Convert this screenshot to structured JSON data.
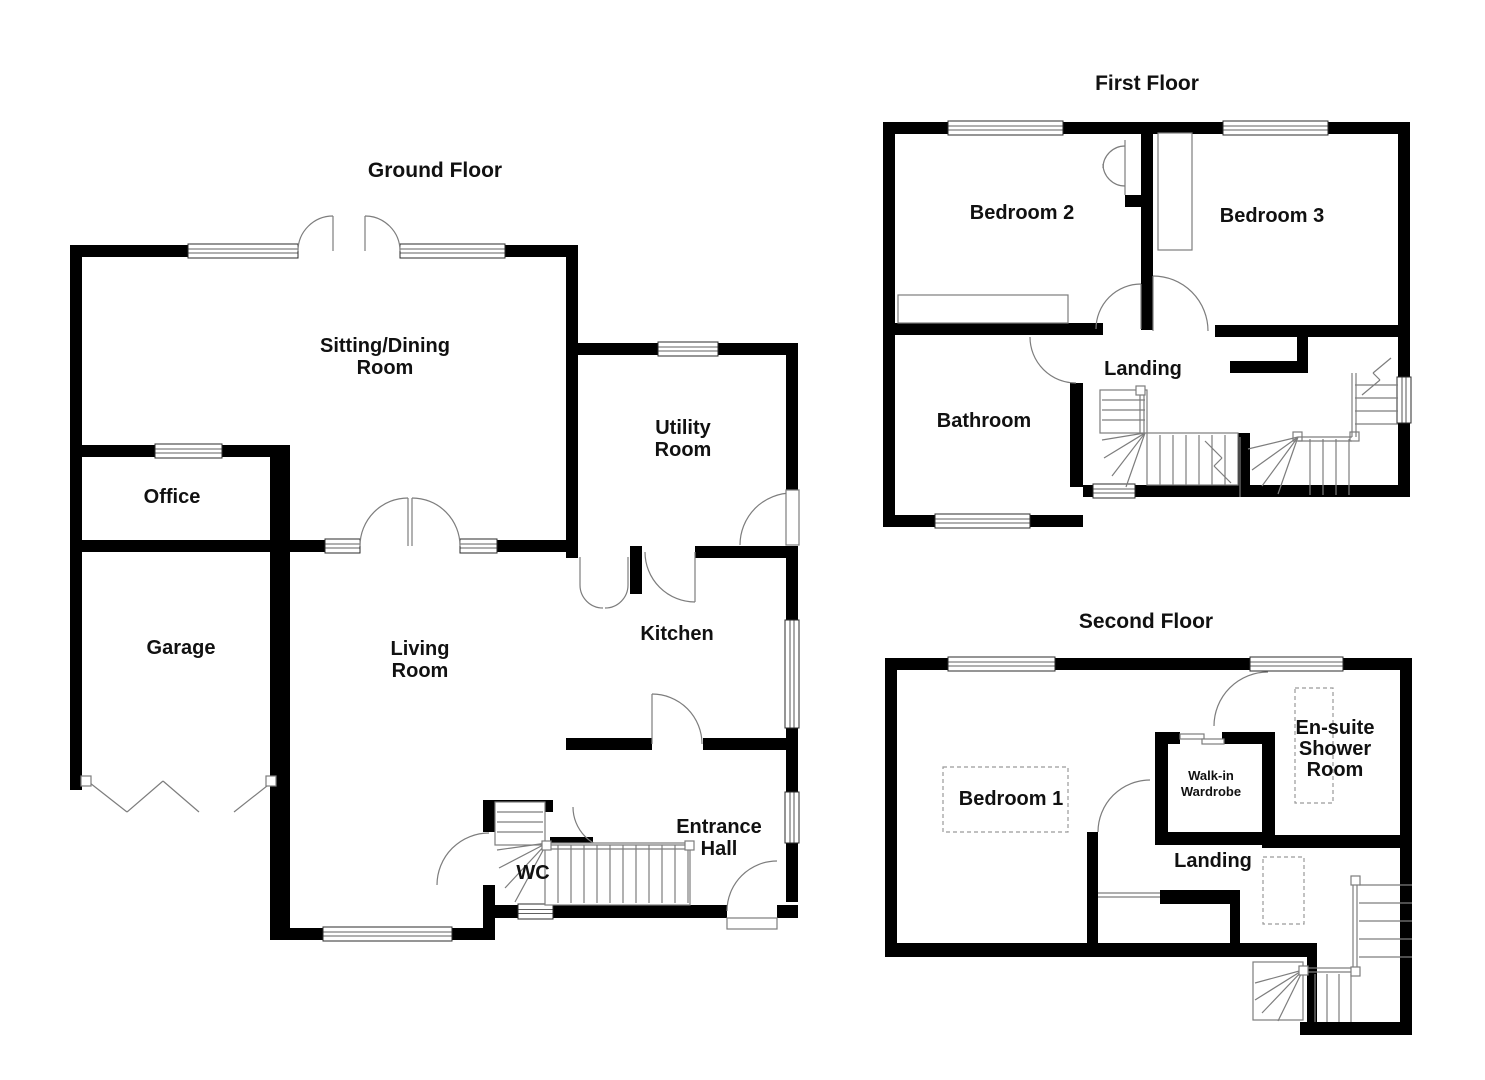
{
  "page": {
    "background": "#ffffff"
  },
  "colors": {
    "wall": "#000000",
    "detail_line": "#7d7d7d",
    "window_stroke": "#2b2b2b",
    "dashed_line": "#9a9a9a",
    "label": "#111111"
  },
  "floors": {
    "ground": {
      "title": "Ground Floor",
      "rooms": {
        "sitting_dining": [
          "Sitting/Dining",
          "Room"
        ],
        "office": [
          "Office"
        ],
        "garage": [
          "Garage"
        ],
        "living": [
          "Living",
          "Room"
        ],
        "utility": [
          "Utility",
          "Room"
        ],
        "kitchen": [
          "Kitchen"
        ],
        "entrance_hall": [
          "Entrance",
          "Hall"
        ],
        "wc": [
          "WC"
        ]
      }
    },
    "first": {
      "title": "First Floor",
      "rooms": {
        "bedroom2": [
          "Bedroom 2"
        ],
        "bedroom3": [
          "Bedroom 3"
        ],
        "bathroom": [
          "Bathroom"
        ],
        "landing": [
          "Landing"
        ]
      }
    },
    "second": {
      "title": "Second Floor",
      "rooms": {
        "bedroom1": [
          "Bedroom 1"
        ],
        "walk_in_wardrobe": [
          "Walk-in",
          "Wardrobe"
        ],
        "ensuite": [
          "En-suite",
          "Shower",
          "Room"
        ],
        "landing": [
          "Landing"
        ]
      }
    }
  }
}
